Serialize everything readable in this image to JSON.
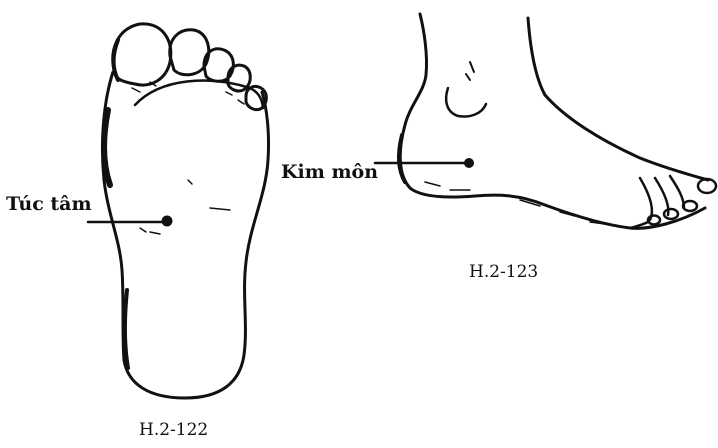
{
  "figures": [
    {
      "caption": "H.2-122",
      "view": "sole of foot",
      "point_label": "Túc tâm"
    },
    {
      "caption": "H.2-123",
      "view": "side of foot",
      "point_label": "Kim môn"
    }
  ],
  "colors": {
    "ink": "#111111",
    "background": "#ffffff"
  }
}
